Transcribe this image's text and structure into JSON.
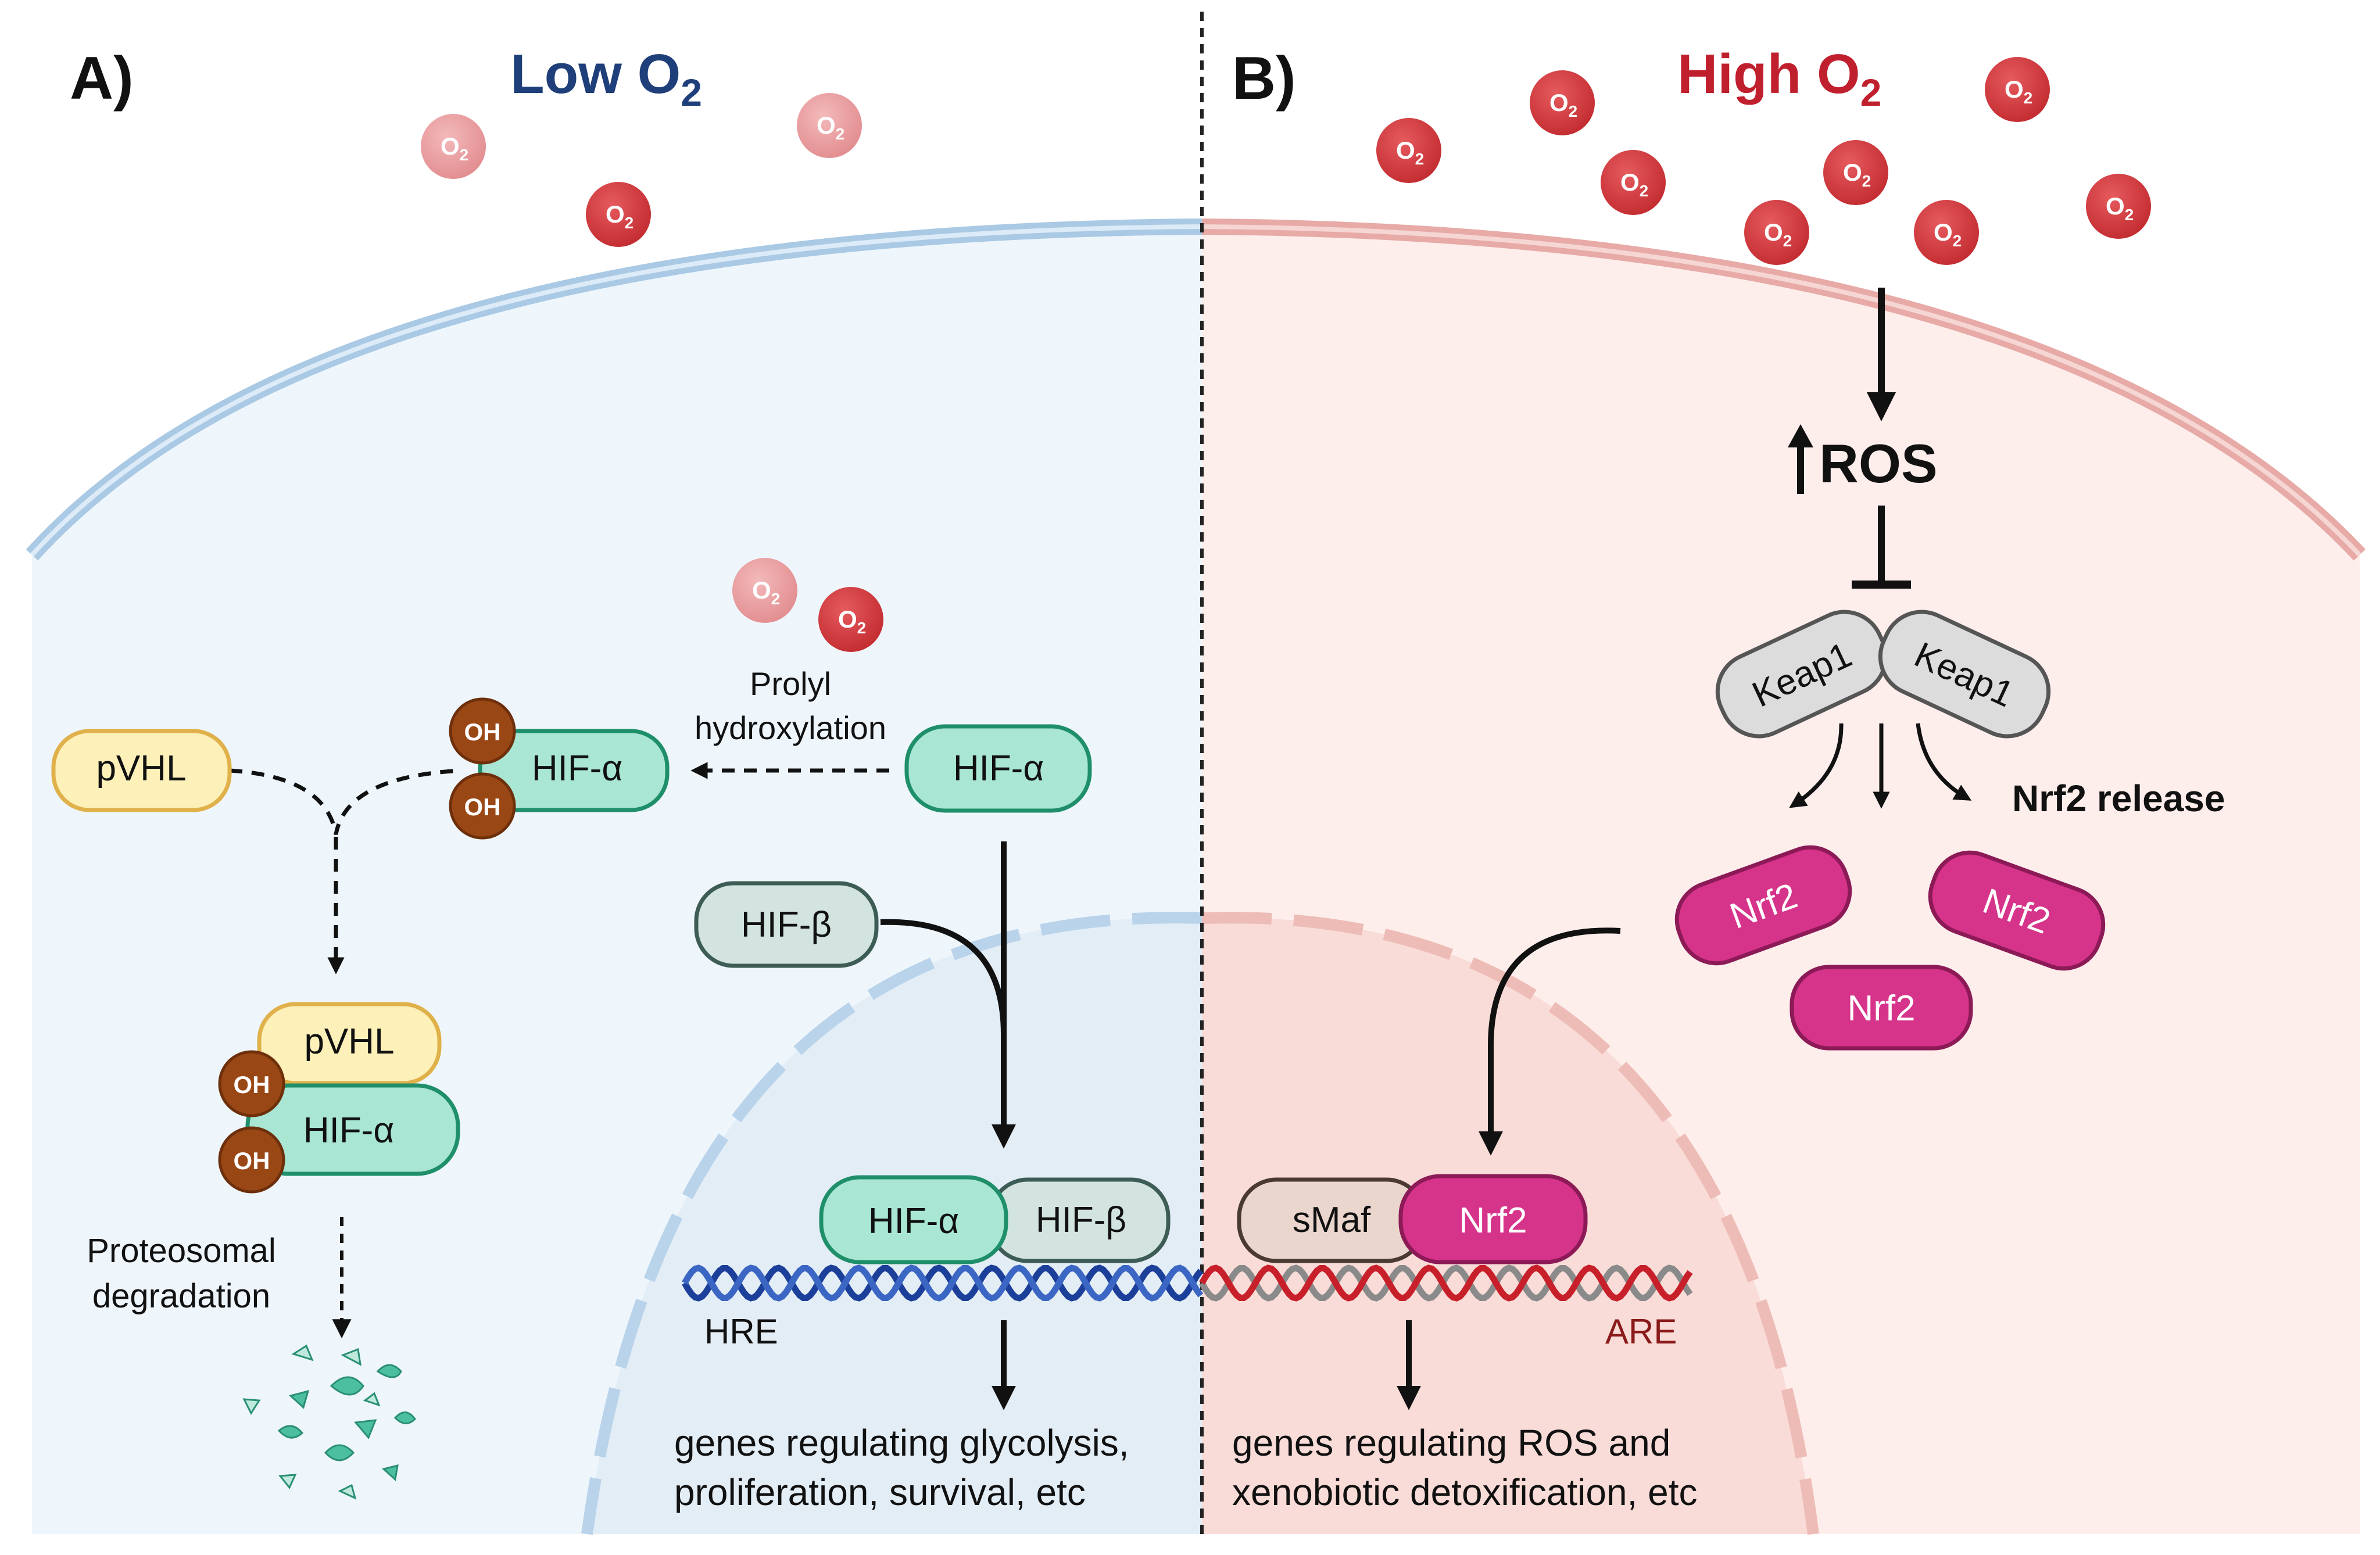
{
  "panel_a": {
    "label": "A)",
    "title_main": "Low O",
    "title_sub": "2",
    "prolyl_label_line1": "Prolyl",
    "prolyl_label_line2": "hydroxylation",
    "pvhl": "pVHL",
    "hif_alpha": "HIF-α",
    "hif_beta": "HIF-β",
    "oh": "OH",
    "proteosomal_line1": "Proteosomal",
    "proteosomal_line2": "degradation",
    "hre": "HRE",
    "genes_line1": "genes regulating glycolysis,",
    "genes_line2": "proliferation, survival, etc"
  },
  "panel_b": {
    "label": "B)",
    "title_main": "High O",
    "title_sub": "2",
    "ros": "ROS",
    "keap1": "Keap1",
    "nrf2_release": "Nrf2 release",
    "nrf2": "Nrf2",
    "smaf": "sMaf",
    "are": "ARE",
    "genes_line1": "genes regulating ROS and",
    "genes_line2": "xenobiotic detoxification, etc"
  },
  "molecule": {
    "o_main": "O",
    "o_sub": "2"
  },
  "colors": {
    "low_bg": "#eef6fc",
    "high_bg": "#fbe4e1",
    "low_title": "#1f3f7a",
    "high_title": "#c0202e",
    "hif_fill": "#a9e6d4",
    "hif_stroke": "#1f8f6a",
    "hifb_fill": "#d3e4e0",
    "pvhl_fill": "#fdf0b8",
    "pvhl_stroke": "#e0b14a",
    "oh_fill": "#9a4716",
    "nrf2_fill": "#d6338a",
    "keap1_fill": "#dcdcdc",
    "smaf_fill": "#ead6cc",
    "o2_dark": "#d33a3e",
    "o2_light": "#eba0a2",
    "dna_blue": "#1c3f9a",
    "dna_red": "#c8202a"
  },
  "icons": {
    "inhibit": "tee-bar-icon",
    "increase": "up-arrow-icon",
    "degradation": "fragments-icon"
  }
}
